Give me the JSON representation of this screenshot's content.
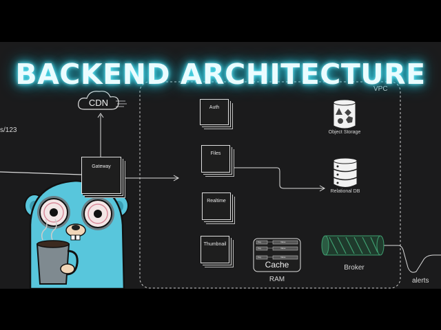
{
  "title": "BACKEND ARCHITECTURE",
  "vpc_label": "VPC",
  "path_fragment": "s/123",
  "cdn_label": "CDN",
  "gateway_label": "Gateway",
  "services": [
    {
      "label": "Auth"
    },
    {
      "label": "Files"
    },
    {
      "label": "Realtime"
    },
    {
      "label": "Thumbnail"
    }
  ],
  "storage": {
    "object": "Object Storage",
    "relational": "Relational DB"
  },
  "cache": {
    "label": "Cache",
    "caption": "RAM",
    "rows": [
      {
        "key": "Key",
        "value": "Value"
      },
      {
        "key": "Key",
        "value": "Value"
      },
      {
        "key": "Key",
        "value": "Value"
      }
    ]
  },
  "broker_label": "Broker",
  "alerts_label": "alerts",
  "colors": {
    "title_glow": "#2fd7ee",
    "mascot": "#58c6dc",
    "broker": "#3fa071",
    "background": "#1b1b1c",
    "outer": "#000000"
  },
  "icons": [
    "cloud-icon",
    "database-icon",
    "shapes-icon",
    "mascot-gopher-icon",
    "coffee-mug-icon"
  ]
}
